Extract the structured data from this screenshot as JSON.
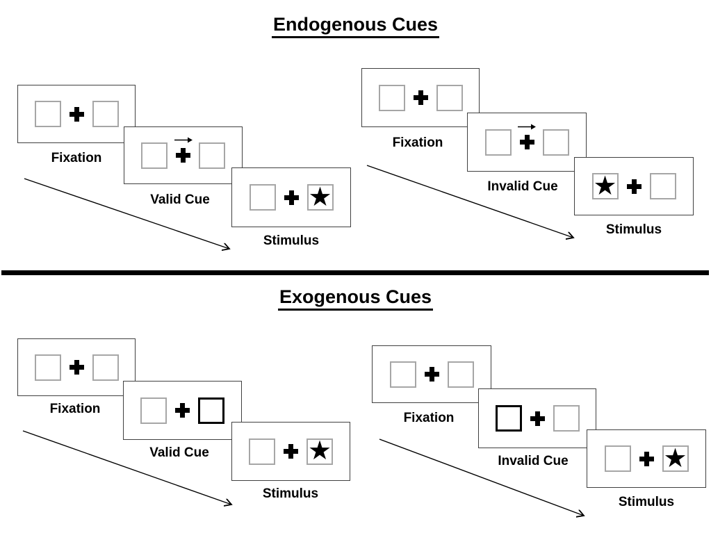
{
  "titles": {
    "endogenous": "Endogenous Cues",
    "exogenous": "Exogenous Cues"
  },
  "labels": {
    "fixation": "Fixation",
    "valid_cue": "Valid Cue",
    "invalid_cue": "Invalid Cue",
    "stimulus": "Stimulus"
  },
  "glyphs": {
    "star": "★"
  },
  "colors": {
    "ink": "#000000",
    "frame_border": "#3f3f3f",
    "box_border": "#a6a6a6",
    "highlight_box_border": "#000000",
    "background": "#ffffff"
  },
  "sequences": [
    {
      "section": "Endogenous Cues",
      "trial": "Valid Cue",
      "steps": [
        "Fixation",
        "Valid Cue",
        "Stimulus"
      ],
      "cue": "central arrow pointing right above fixation cross",
      "target": "star in right box"
    },
    {
      "section": "Endogenous Cues",
      "trial": "Invalid Cue",
      "steps": [
        "Fixation",
        "Invalid Cue",
        "Stimulus"
      ],
      "cue": "central arrow pointing right above fixation cross",
      "target": "star in left box"
    },
    {
      "section": "Exogenous Cues",
      "trial": "Valid Cue",
      "steps": [
        "Fixation",
        "Valid Cue",
        "Stimulus"
      ],
      "cue": "right box highlighted with bold outline",
      "target": "star in right box"
    },
    {
      "section": "Exogenous Cues",
      "trial": "Invalid Cue",
      "steps": [
        "Fixation",
        "Invalid Cue",
        "Stimulus"
      ],
      "cue": "left box highlighted with bold outline",
      "target": "star in right box"
    }
  ]
}
